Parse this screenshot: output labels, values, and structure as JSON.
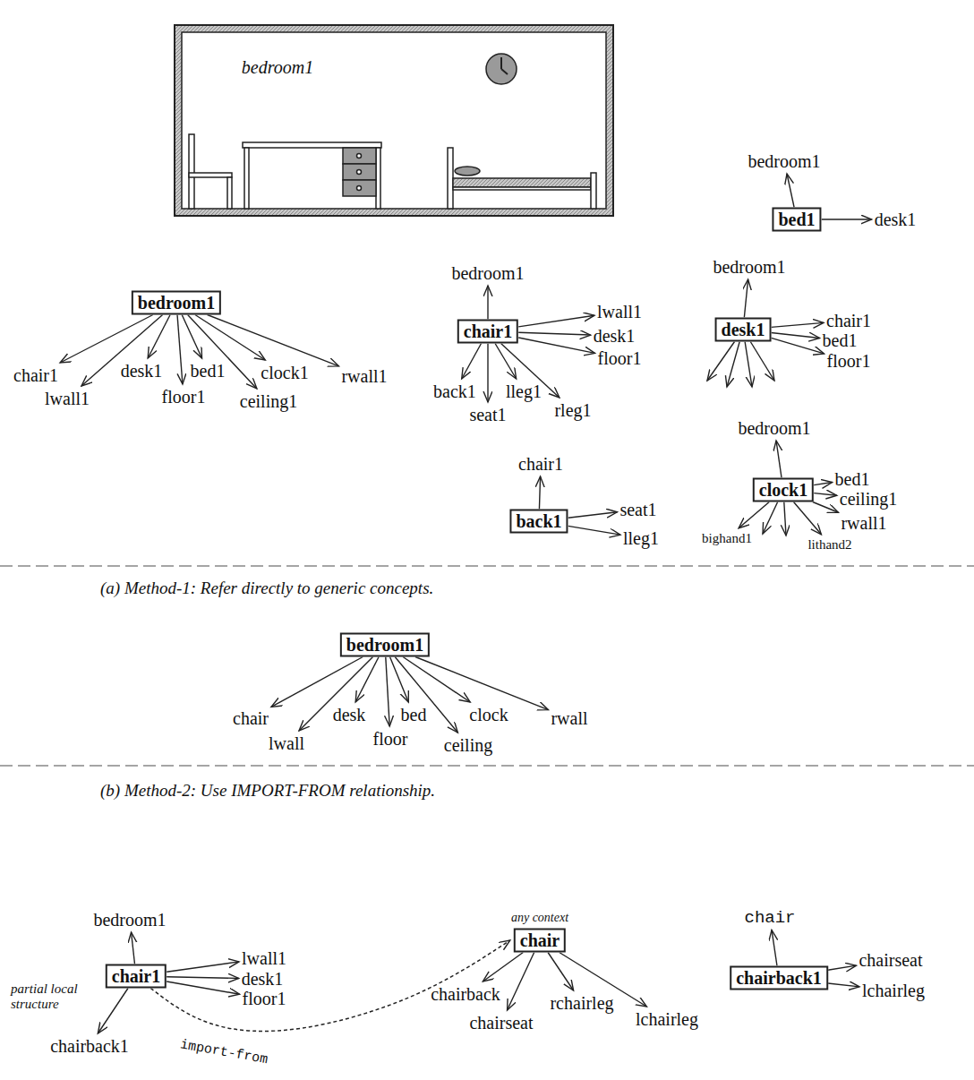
{
  "diagram": {
    "nodes": [
      {
        "text": [
          "bed1"
        ]
      },
      {
        "text": [
          "bedroom1"
        ]
      },
      {
        "text": [
          "chair1"
        ]
      },
      {
        "text": [
          "desk1"
        ]
      },
      {
        "text": [
          "back1"
        ]
      },
      {
        "text": [
          "clock1"
        ]
      },
      {
        "text": [
          "bedroom1"
        ]
      },
      {
        "text": [
          "chair1"
        ]
      },
      {
        "text": [
          "chair"
        ]
      },
      {
        "text": [
          "chairback1"
        ]
      }
    ],
    "edges": [
      {
        "from": 7,
        "to": 8,
        "arrow": "to",
        "label": "import-from"
      }
    ],
    "labels": [
      "bedroom1",
      "bedroom1",
      "desk1",
      "chair1",
      "desk1",
      "lwall1",
      "bed1",
      "floor1",
      "clock1",
      "ceiling1",
      "rwall1",
      "bedroom1",
      "lwall1",
      "desk1",
      "floor1",
      "back1",
      "lleg1",
      "seat1",
      "rleg1",
      "bedroom1",
      "chair1",
      "bed1",
      "floor1",
      "chair1",
      "seat1",
      "lleg1",
      "bedroom1",
      "bed1",
      "ceiling1",
      "rwall1",
      "bighand1",
      "lithand2",
      "(a) Method-1: Refer directly to generic concepts.",
      "chair",
      "desk",
      "lwall",
      "bed",
      "floor",
      "clock",
      "ceiling",
      "rwall",
      "(b) Method-2: Use IMPORT-FROM relationship.",
      "bedroom1",
      "lwall1",
      "desk1",
      "floor1",
      "partial local structure",
      "chairback1",
      "any context",
      "chairback",
      "chairseat",
      "rchairleg",
      "lchairleg",
      "chair",
      "chairseat",
      "lchairleg"
    ]
  }
}
